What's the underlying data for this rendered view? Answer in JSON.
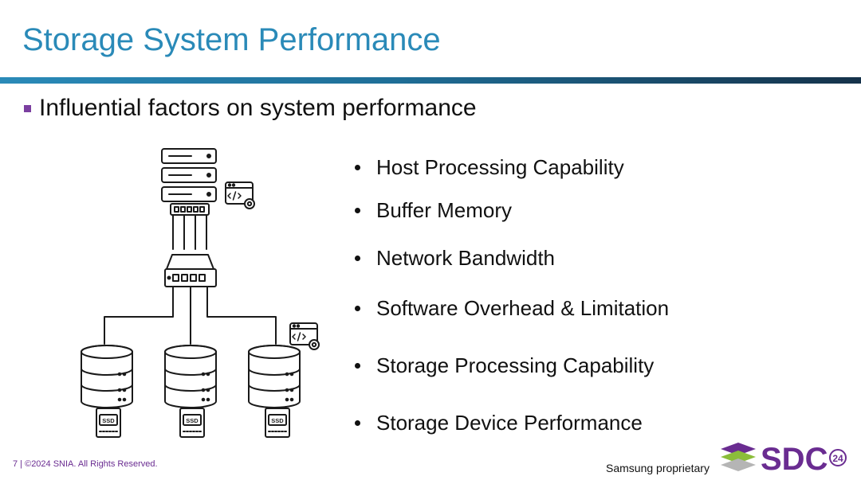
{
  "slide": {
    "title": "Storage System Performance",
    "subtitle": "Influential factors on system performance"
  },
  "factors": [
    "Host Processing Capability",
    "Buffer Memory",
    "Network Bandwidth",
    "Software Overhead & Limitation",
    "Storage Processing Capability",
    "Storage Device Performance"
  ],
  "diagram": {
    "ssd_labels": [
      "SSD",
      "SSD",
      "SSD"
    ]
  },
  "footer": {
    "left": "7 | ©2024 SNIA. All Rights Reserved.",
    "right": "Samsung proprietary",
    "logo_text": "SDC",
    "logo_badge": "24"
  },
  "colors": {
    "title": "#2a8ab8",
    "accent_purple": "#7b3fa0",
    "logo_green": "#8bbd3a",
    "logo_purple": "#6a2c91"
  }
}
